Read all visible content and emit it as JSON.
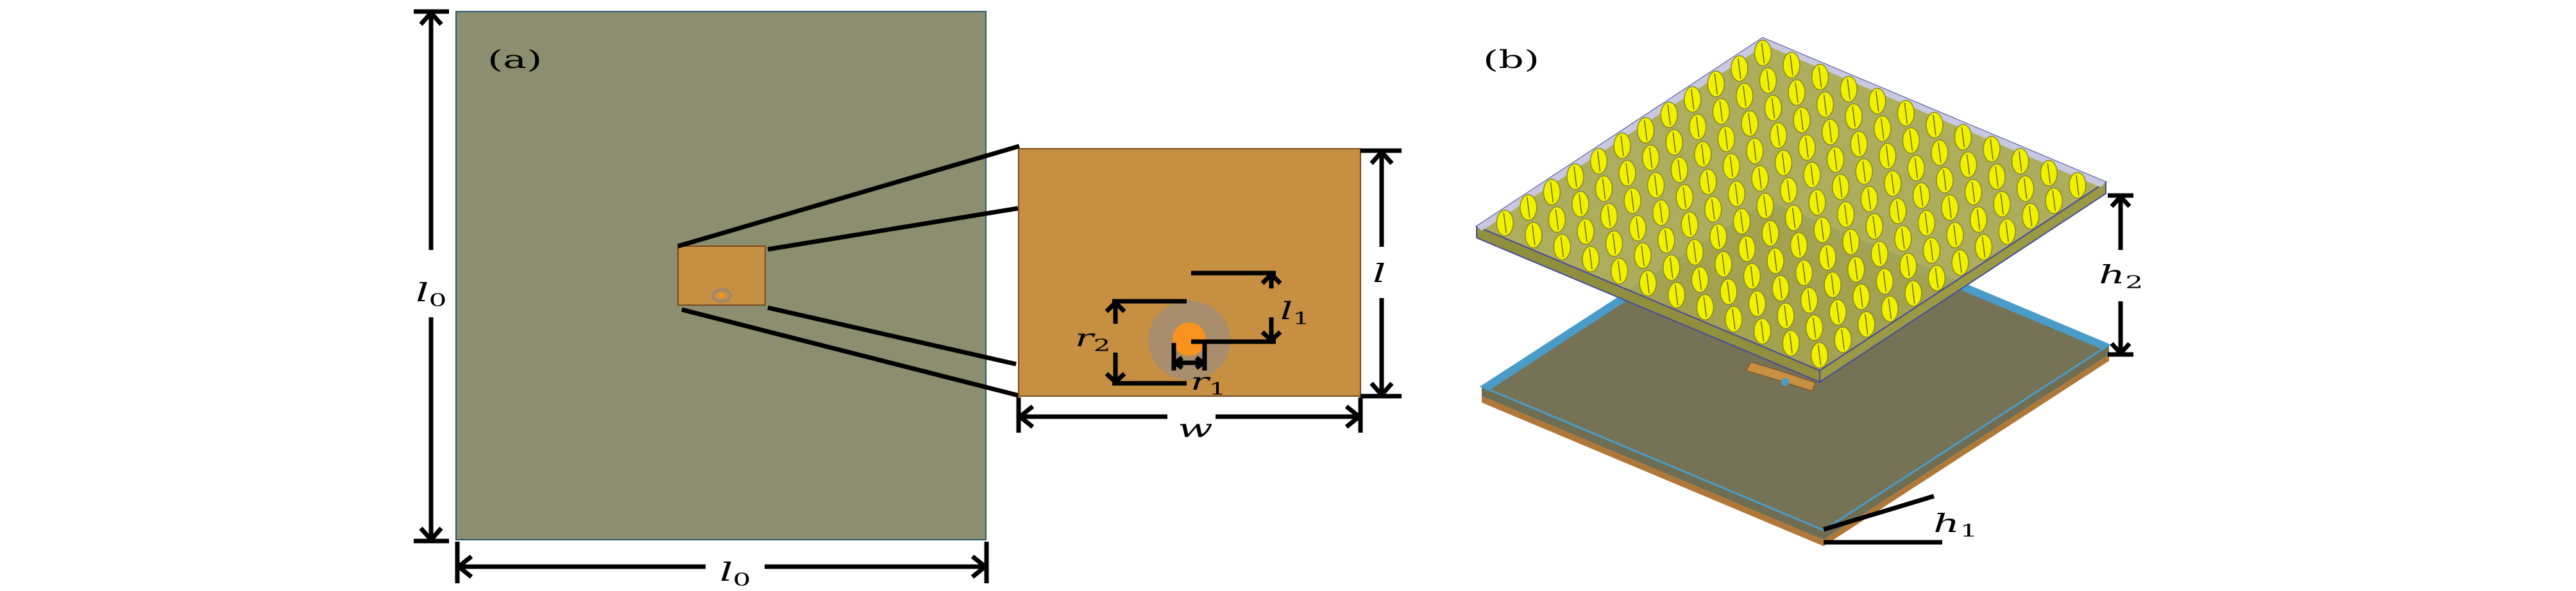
{
  "panel_a": {
    "tag": "(a)",
    "ground_label_vertical": "l",
    "ground_label_vertical_sub": "0",
    "ground_label_horizontal": "l",
    "ground_label_horizontal_sub": "0",
    "patch_length_label": "l",
    "patch_width_label": "w",
    "feed_offset_label": "l",
    "feed_offset_sub": "1",
    "inner_radius_label": "r",
    "inner_radius_sub": "1",
    "outer_radius_label": "r",
    "outer_radius_sub": "2"
  },
  "panel_b": {
    "tag": "(b)",
    "gap_label": "h",
    "gap_sub": "2",
    "substrate_label": "h",
    "substrate_sub": "1",
    "metasurface_rows": 12,
    "metasurface_cols": 12
  },
  "colors": {
    "ground": "#8b8f6f",
    "patch": "#c68f42",
    "coax_outer": "#a88e6d",
    "coax_inner": "#f7931e",
    "unit_cell": "#f0f000",
    "metasurface_substrate": "#a6a650",
    "substrate_edge": "#4a9cc8",
    "bottom_board": "#757256"
  }
}
